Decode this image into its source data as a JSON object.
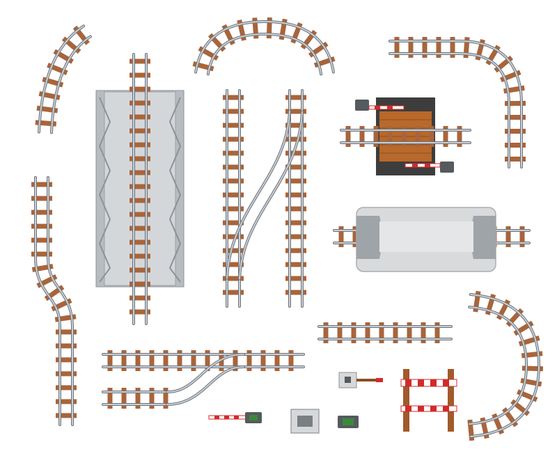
{
  "title": "",
  "colors": {
    "background": "#ffffff",
    "sleeper": "#a9643a",
    "sleeper_shadow": "#7c4524",
    "rail": "#c9ced4",
    "rail_outline": "#6e747a",
    "bridge_steel": "#b7bcc1",
    "bridge_deck": "#d4d7da",
    "tunnel_body": "#d8dadc",
    "tunnel_portal": "#9fa4a8",
    "crossing_asphalt": "#3d3d3d",
    "crossing_wood": "#b8692b",
    "barrier_red": "#d22a2a",
    "barrier_white": "#ffffff",
    "fence_post": "#a15a2c"
  },
  "pieces": [
    {
      "name": "curve-short-track-piece",
      "icon": "curved-track"
    },
    {
      "name": "curve-arch-track-piece",
      "icon": "curved-track"
    },
    {
      "name": "curve-corner-track-piece",
      "icon": "curved-track"
    },
    {
      "name": "bridge-track-piece",
      "icon": "bridge"
    },
    {
      "name": "straight-track-piece",
      "icon": "straight-track"
    },
    {
      "name": "switch-track-piece",
      "icon": "switch-track"
    },
    {
      "name": "level-crossing-piece",
      "icon": "level-crossing"
    },
    {
      "name": "s-curve-track-piece",
      "icon": "s-curve-track"
    },
    {
      "name": "tunnel-track-piece",
      "icon": "tunnel"
    },
    {
      "name": "short-straight-track-piece",
      "icon": "straight-track"
    },
    {
      "name": "junction-track-piece",
      "icon": "junction-track"
    },
    {
      "name": "semicircle-track-piece",
      "icon": "curved-track"
    },
    {
      "name": "barrier-piece",
      "icon": "crossing-barrier"
    },
    {
      "name": "signal-box-piece",
      "icon": "signal-box"
    },
    {
      "name": "buffer-stop-piece",
      "icon": "buffer-stop"
    }
  ]
}
